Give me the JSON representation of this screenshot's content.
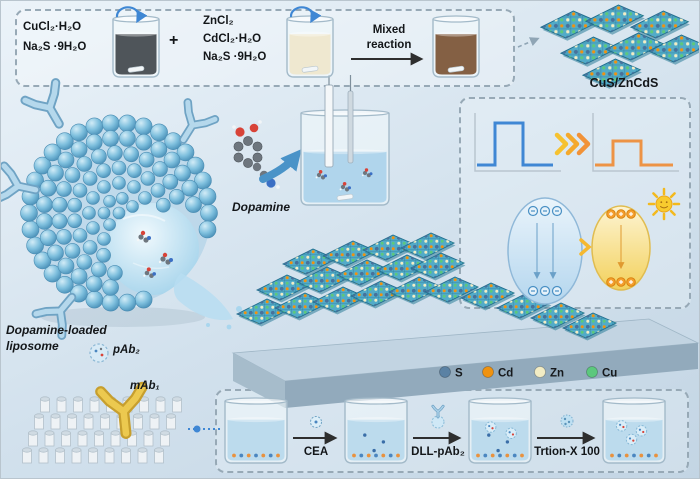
{
  "synthesis": {
    "reagents_left": [
      "CuCl₂·H₂O",
      "Na₂S ·9H₂O"
    ],
    "plus": "+",
    "reagents_right": [
      "ZnCl₂",
      "CdCl₂·H₂O",
      "Na₂S ·9H₂O"
    ],
    "reaction_label": "Mixed\nreaction",
    "product": "CuS/ZnCdS"
  },
  "biorecognition": {
    "liposome_label": "Dopamine-loaded\nliposome",
    "dopamine_label": "Dopamine",
    "pab2": "pAb₂",
    "mab1": "mAb₁"
  },
  "legend": {
    "items": [
      {
        "label": "S",
        "color": "#5b82a4"
      },
      {
        "label": "Cd",
        "color": "#ef9210"
      },
      {
        "label": "Zn",
        "color": "#f2ecc4"
      },
      {
        "label": "Cu",
        "color": "#5cc87d"
      }
    ]
  },
  "assay": {
    "steps": [
      "CEA",
      "DLL-pAb₂",
      "Trtion-X 100"
    ]
  },
  "colors": {
    "input_signal": "#3f87d4",
    "output_signal": "#ed9345",
    "crystal": "#4fa9c6",
    "liposome": "#7fc0de"
  }
}
